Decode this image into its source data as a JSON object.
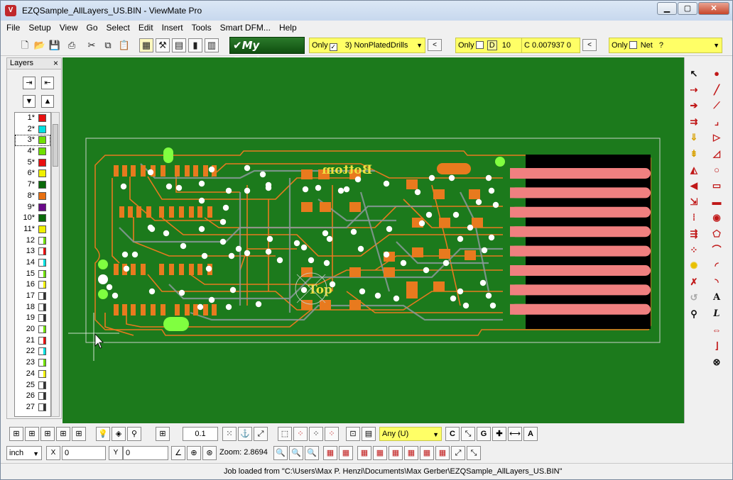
{
  "window": {
    "title": "EZQSample_AllLayers_US.BIN - ViewMate Pro",
    "minimize": "▁",
    "maximize": "▢",
    "close": "✕"
  },
  "menu": [
    "File",
    "Setup",
    "View",
    "Go",
    "Select",
    "Edit",
    "Insert",
    "Tools",
    "Smart DFM...",
    "Help"
  ],
  "toolbar": {
    "my_design": "✔My Design",
    "filter1": {
      "only": "Only",
      "checked": true,
      "value": "3) NonPlatedDrills"
    },
    "filter2": {
      "only": "Only",
      "d_label": "D",
      "d_value": "10",
      "c_value": "C 0.007937  0"
    },
    "filter3": {
      "only": "Only",
      "net_label": "Net",
      "net_value": "?"
    }
  },
  "layers_panel": {
    "title": "Layers",
    "close": "×",
    "layers": [
      {
        "num": "1*",
        "color": "#e81010",
        "filled": true
      },
      {
        "num": "2*",
        "color": "#00e0e0",
        "filled": true
      },
      {
        "num": "3*",
        "color": "#70e000",
        "filled": true,
        "selected": true
      },
      {
        "num": "4*",
        "color": "#70e000",
        "filled": true
      },
      {
        "num": "5*",
        "color": "#e81010",
        "filled": true
      },
      {
        "num": "6*",
        "color": "#f0f000",
        "filled": true
      },
      {
        "num": "7*",
        "color": "#0a6a0a",
        "filled": true
      },
      {
        "num": "8*",
        "color": "#e87010",
        "filled": true
      },
      {
        "num": "9*",
        "color": "#6a0a8a",
        "filled": true
      },
      {
        "num": "10*",
        "color": "#0a6a0a",
        "filled": true
      },
      {
        "num": "11*",
        "color": "#f0f000",
        "filled": true
      },
      {
        "num": "12",
        "color": "#70e000",
        "filled": false
      },
      {
        "num": "13",
        "color": "#e81010",
        "filled": false
      },
      {
        "num": "14",
        "color": "#00e0e0",
        "filled": false
      },
      {
        "num": "15",
        "color": "#70e000",
        "filled": false
      },
      {
        "num": "16",
        "color": "#f0f000",
        "filled": false
      },
      {
        "num": "17",
        "color": "#333333",
        "filled": false
      },
      {
        "num": "18",
        "color": "#333333",
        "filled": false
      },
      {
        "num": "19",
        "color": "#333333",
        "filled": false
      },
      {
        "num": "20",
        "color": "#70e000",
        "filled": false
      },
      {
        "num": "21",
        "color": "#e81010",
        "filled": false
      },
      {
        "num": "22",
        "color": "#00e0e0",
        "filled": false
      },
      {
        "num": "23",
        "color": "#70e000",
        "filled": false
      },
      {
        "num": "24",
        "color": "#f0f000",
        "filled": false
      },
      {
        "num": "25",
        "color": "#333333",
        "filled": false
      },
      {
        "num": "26",
        "color": "#333333",
        "filled": false
      },
      {
        "num": "27",
        "color": "#333333",
        "filled": false
      }
    ]
  },
  "board": {
    "bottom_text": "Bottom",
    "top_text": "Top",
    "colors": {
      "background": "#1c7a1c",
      "trace": "#e87a1e",
      "trace2": "#8a9a9a",
      "pad": "#e87a1e",
      "finger": "#f08080",
      "text": "#f0e040",
      "via": "#ffffff",
      "green_pad": "#80ff40"
    }
  },
  "bottom_bar1": {
    "grid_value": "0.1",
    "layer_select": "Any    (U)"
  },
  "bottom_bar2": {
    "units": "inch",
    "x_label": "X",
    "x_value": "0",
    "y_label": "Y",
    "y_value": "0",
    "zoom_label": "Zoom: 2.8694"
  },
  "status": {
    "message": "Job loaded from \"C:\\Users\\Max P. Henzi\\Documents\\Max Gerber\\EZQSample_AllLayers_US.BIN\""
  }
}
